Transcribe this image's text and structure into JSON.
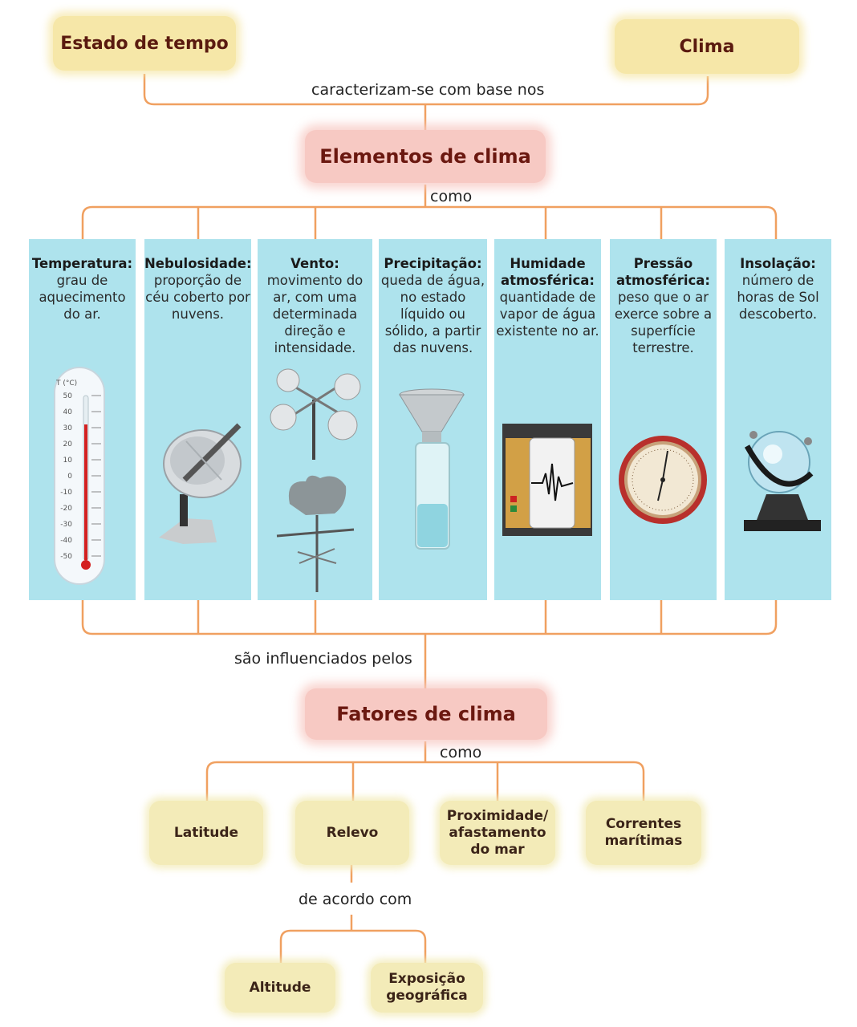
{
  "top": {
    "estado": "Estado de tempo",
    "clima": "Clima",
    "connector": "caracterizam-se com base nos"
  },
  "elementos": {
    "title": "Elementos de clima",
    "connector": "como",
    "items": [
      {
        "name": "Temperatura:",
        "desc": "grau de aquecimento do ar.",
        "icon": "thermometer-icon"
      },
      {
        "name": "Nebulosidade:",
        "desc": "proporção de céu coberto por nuvens.",
        "icon": "satellite-dish-icon"
      },
      {
        "name": "Vento:",
        "desc": "movimento do ar, com uma determinada direção e intensidade.",
        "icon": "anemometer-weathervane-icon"
      },
      {
        "name": "Precipitação:",
        "desc": "queda de água, no estado líquido ou sólido, a partir das nuvens.",
        "icon": "rain-gauge-icon"
      },
      {
        "name": "Humidade atmosférica:",
        "desc": "quantidade de vapor de água existente no ar.",
        "icon": "hygrograph-icon"
      },
      {
        "name": "Pressão atmosférica:",
        "desc": "peso que o ar exerce sobre a superfície terrestre.",
        "icon": "barometer-icon"
      },
      {
        "name": "Insolação:",
        "desc": "número de horas de Sol descoberto.",
        "icon": "heliograph-icon"
      }
    ],
    "thermometer": {
      "unit": "T (°C)",
      "ticks": [
        "50",
        "40",
        "30",
        "20",
        "10",
        "0",
        "-10",
        "-20",
        "-30",
        "-40",
        "-50"
      ],
      "reading_celsius": 32
    }
  },
  "influence": "são influenciados pelos",
  "fatores": {
    "title": "Fatores de clima",
    "connector": "como",
    "items": [
      "Latitude",
      "Relevo",
      "Proximidade/ afastamento do mar",
      "Correntes marítimas"
    ]
  },
  "relevo": {
    "connector": "de acordo com",
    "items": [
      "Altitude",
      "Exposição geográfica"
    ]
  },
  "colors": {
    "line": "#f0a060",
    "column": "#aee3ed",
    "cream": "#f6e7a8",
    "pink": "#f7c9c3",
    "title_text": "#6b1810"
  }
}
